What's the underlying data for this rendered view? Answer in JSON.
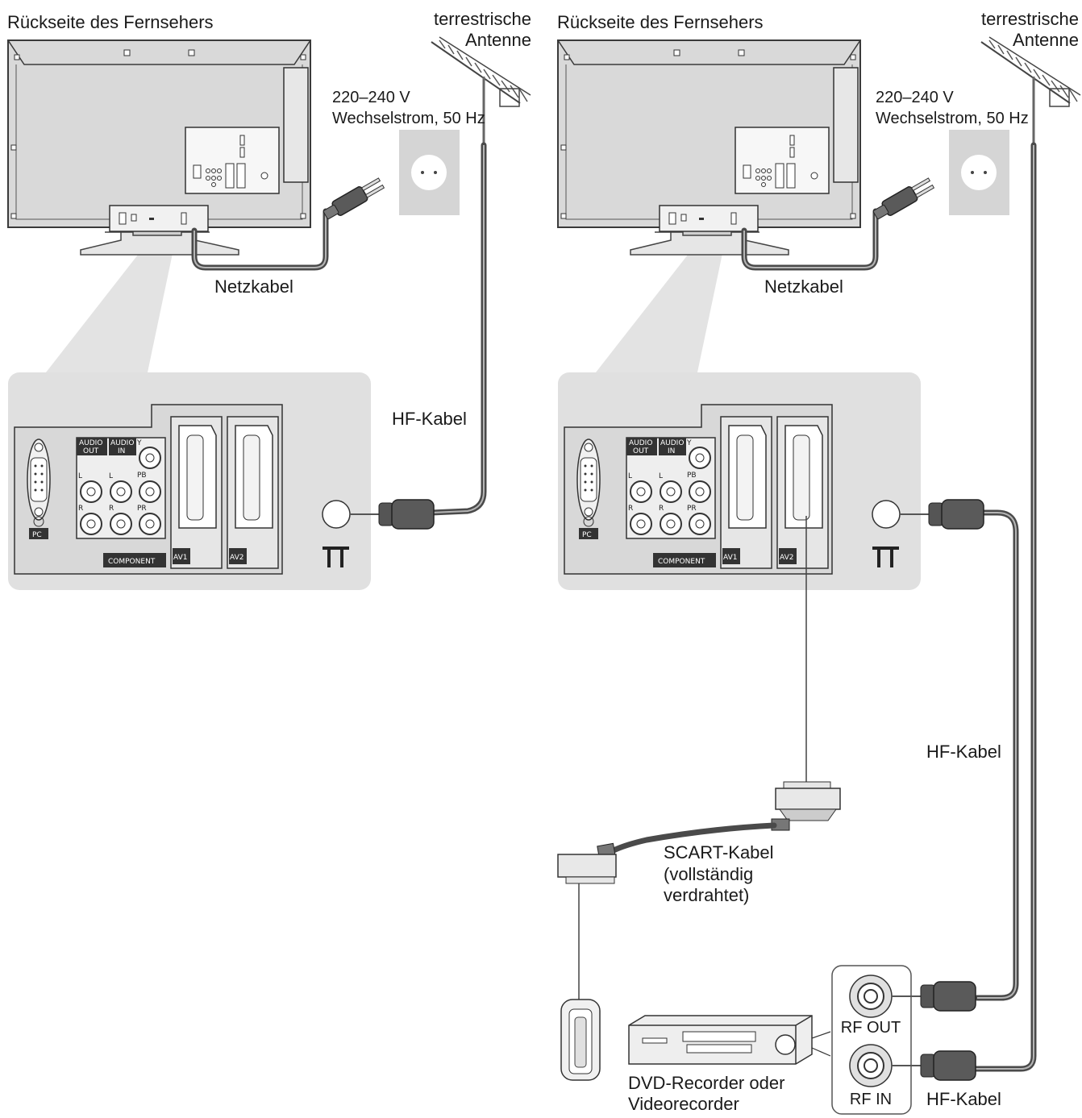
{
  "left": {
    "tv_back_label": "Rückseite des Fernsehers",
    "antenna_label_line1": "terrestrische",
    "antenna_label_line2": "Antenne",
    "power_label_line1": "220–240 V",
    "power_label_line2": "Wechselstrom, 50 Hz",
    "mains_cable_label": "Netzkabel",
    "rf_cable_label": "HF-Kabel"
  },
  "right": {
    "tv_back_label": "Rückseite des Fernsehers",
    "antenna_label_line1": "terrestrische",
    "antenna_label_line2": "Antenne",
    "power_label_line1": "220–240 V",
    "power_label_line2": "Wechselstrom, 50 Hz",
    "mains_cable_label": "Netzkabel",
    "rf_cable_label_upper": "HF-Kabel",
    "rf_cable_label_lower": "HF-Kabel",
    "scart_label_line1": "SCART-Kabel",
    "scart_label_line2": "(vollständig",
    "scart_label_line3": "verdrahtet)",
    "recorder_label_line1": "DVD-Recorder oder",
    "recorder_label_line2": "Videorecorder",
    "rf_out_label": "RF OUT",
    "rf_in_label": "RF IN"
  },
  "panel": {
    "audio_out": [
      "AUDIO",
      "OUT"
    ],
    "audio_in": [
      "AUDIO",
      "IN"
    ],
    "channel_l": "L",
    "channel_r": "R",
    "component_y": "Y",
    "component_pb": "PB",
    "component_pr": "PR",
    "component": "COMPONENT",
    "pc": "PC",
    "av1": "AV1",
    "av2": "AV2"
  }
}
